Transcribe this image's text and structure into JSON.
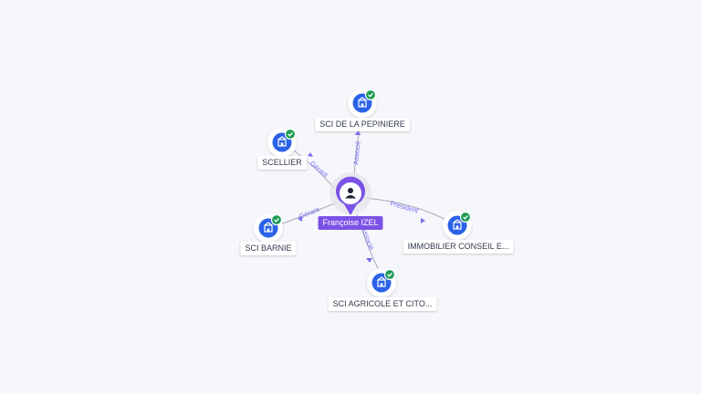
{
  "colors": {
    "person_accent": "#7c52e6",
    "company_icon": "#2b62e8",
    "verified_badge": "#1f9d55",
    "edge_label": "#7b6cf0",
    "background": "#f6f7fb"
  },
  "center": {
    "name": "Françoise IZEL",
    "icon": "person-icon"
  },
  "nodes": [
    {
      "id": "pepiniere",
      "name": "SCI DE LA PEPINIERE",
      "icon": "building-icon",
      "verified": true,
      "relation": "Associé"
    },
    {
      "id": "scellier",
      "name": "SCELLIER",
      "icon": "building-icon",
      "verified": true,
      "relation": "Gérant"
    },
    {
      "id": "barnie",
      "name": "SCI BARNIE",
      "icon": "building-icon",
      "verified": true,
      "relation": "Gérant"
    },
    {
      "id": "immobilier",
      "name": "IMMOBILIER CONSEIL E...",
      "icon": "building-icon",
      "verified": true,
      "relation": "Président"
    },
    {
      "id": "agricole",
      "name": "SCI AGRICOLE ET CITO...",
      "icon": "building-icon",
      "verified": true,
      "relation": "Associé"
    }
  ]
}
